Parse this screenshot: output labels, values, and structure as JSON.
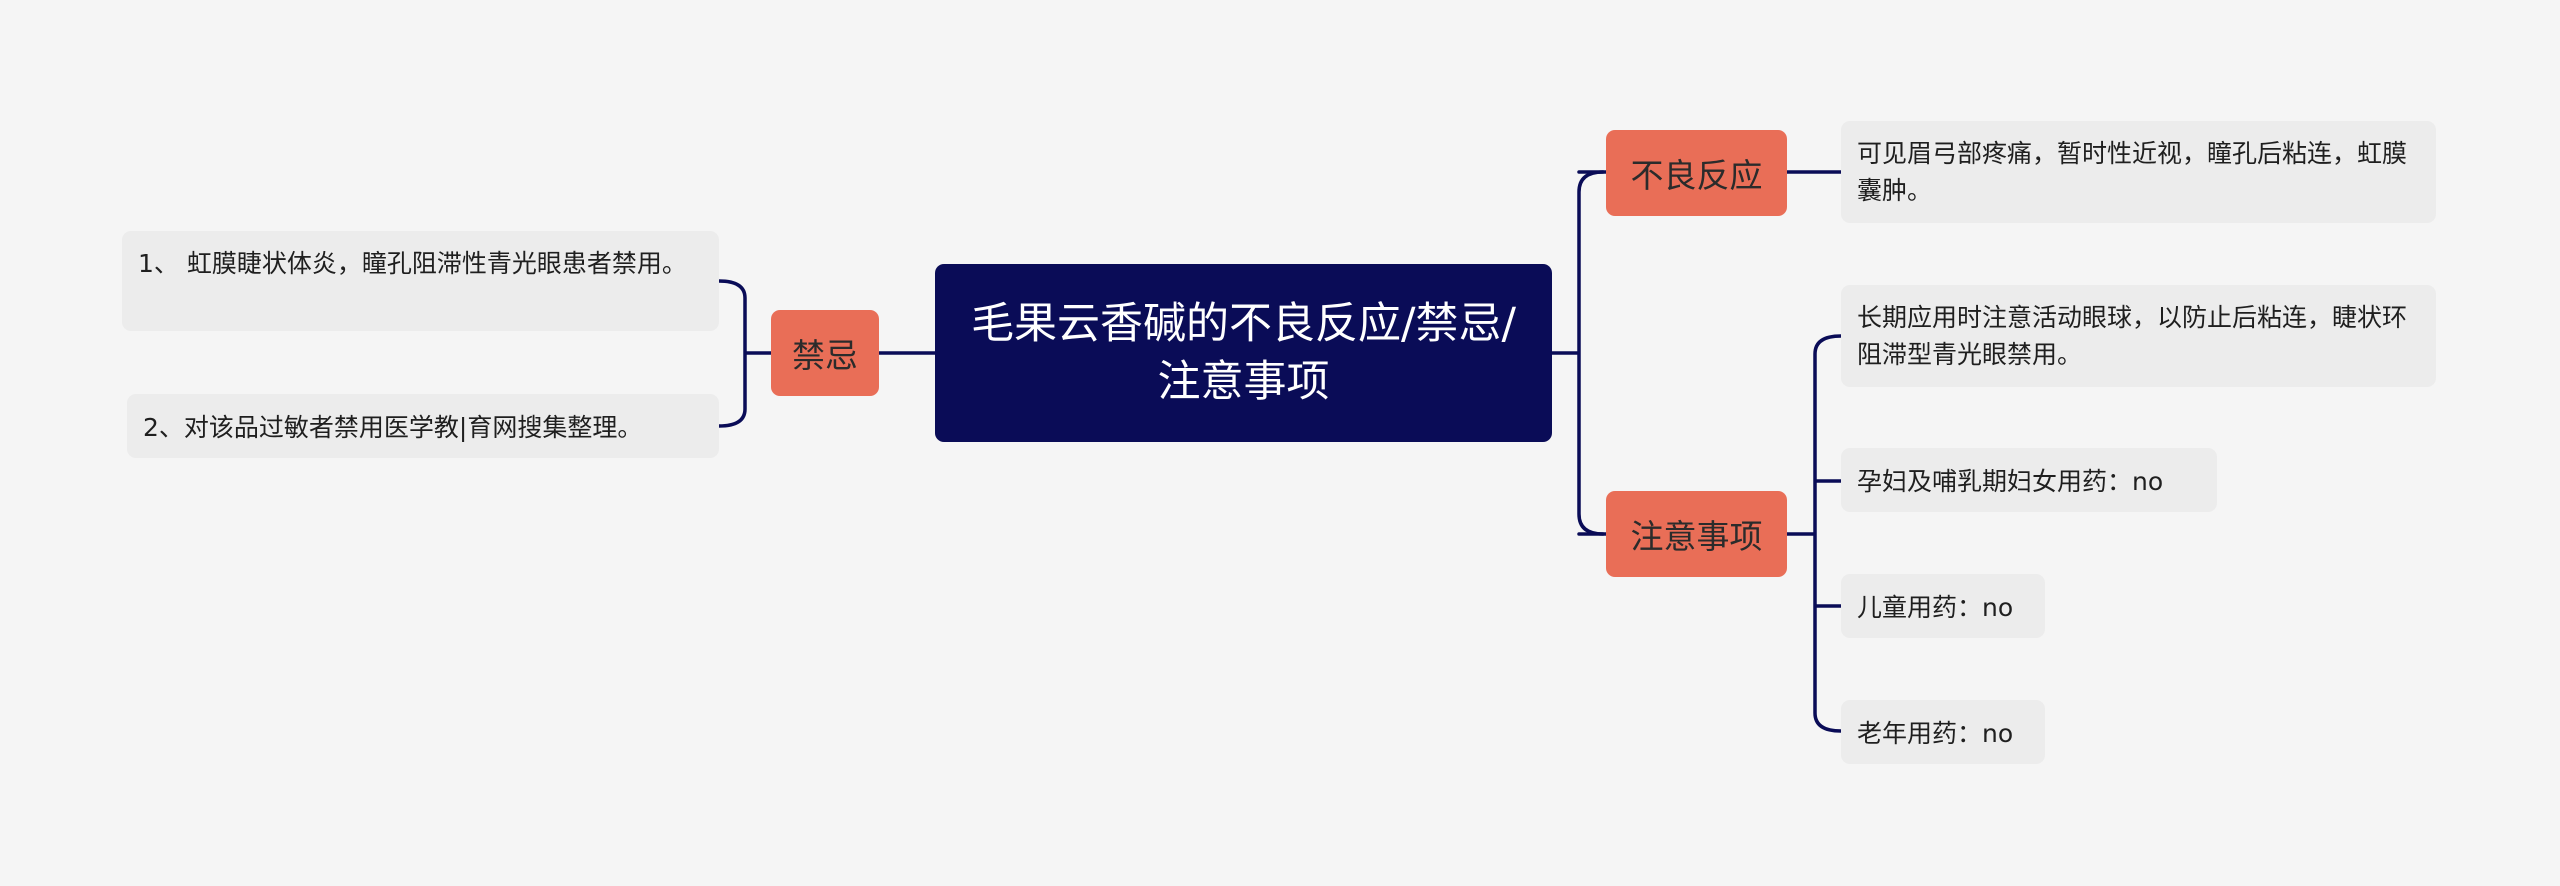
{
  "mindmap": {
    "root": {
      "title": "毛果云香碱的不良反应/禁忌/注意事项"
    },
    "left_branches": [
      {
        "label": "禁忌",
        "items": [
          "1、 虹膜睫状体炎，瞳孔阻滞性青光眼患者禁用。",
          "2、对该品过敏者禁用医学教|育网搜集整理。"
        ]
      }
    ],
    "right_branches": [
      {
        "label": "不良反应",
        "items": [
          "可见眉弓部疼痛，暂时性近视，瞳孔后粘连，虹膜囊肿。"
        ]
      },
      {
        "label": "注意事项",
        "items": [
          "长期应用时注意活动眼球，以防止后粘连，睫状环阻滞型青光眼禁用。",
          "孕妇及哺乳期妇女用药：no",
          "儿童用药：no",
          "老年用药：no"
        ]
      }
    ]
  },
  "colors": {
    "background": "#f5f5f5",
    "root_fill": "#0a0c57",
    "branch_fill": "#e96e57",
    "leaf_fill": "#ececec",
    "connector": "#0a0c57"
  }
}
